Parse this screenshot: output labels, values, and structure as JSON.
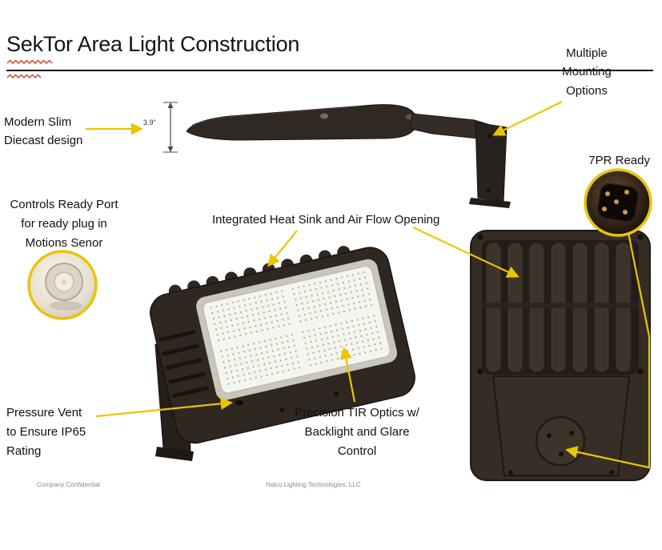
{
  "slide": {
    "title": "SekTor Area Light Construction",
    "footer_left": "Company Confidential",
    "footer_center": "Halco Lighting Technologies, LLC"
  },
  "callouts": {
    "mounting": "Multiple\nMounting\nOptions",
    "diecast": "Modern Slim\nDiecast design",
    "dimension": "3.9\"",
    "pr": "7PR Ready",
    "controls": "Controls Ready Port\nfor ready plug in\nMotions Senor",
    "heatsink": "Integrated Heat Sink and Air Flow Opening",
    "pressure": "Pressure Vent\nto Ensure IP65\nRating",
    "optics": "Precision TIR Optics w/\nBacklight and Glare\nControl"
  },
  "colors": {
    "arrow_yellow": "#eac600",
    "inset_ring_yellow": "#e9c409",
    "fixture_body_brown": "#2e2722",
    "led_panel_white": "#f5f5f0",
    "title_text": "#141414",
    "squiggle_red": "#da3b21",
    "footer_gray": "#8a8a8a"
  }
}
